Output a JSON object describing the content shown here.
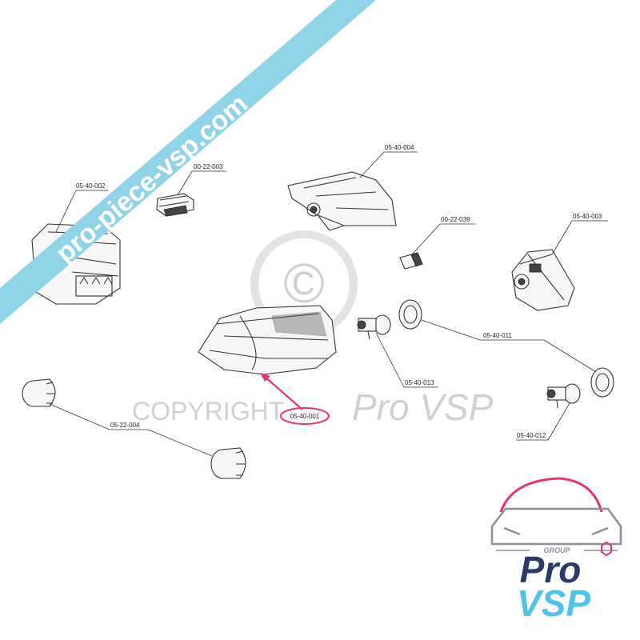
{
  "banner": {
    "text": "pro-piece-vsp.com",
    "color": "#8fd3e8"
  },
  "watermark": {
    "text_left": "COPYRIGHT",
    "text_right": "Pro VSP",
    "symbol": "©"
  },
  "parts": [
    {
      "ref": "05-40-002",
      "description": "headlamp-housing-left"
    },
    {
      "ref": "00-22-003",
      "description": "clip"
    },
    {
      "ref": "05-40-004",
      "description": "indicator-lamp"
    },
    {
      "ref": "05-40-003",
      "description": "lamp-assembly"
    },
    {
      "ref": "00-22-039",
      "description": "clip"
    },
    {
      "ref": "05-40-011",
      "description": "bulb-cap"
    },
    {
      "ref": "05-40-013",
      "description": "bulb"
    },
    {
      "ref": "05-40-001",
      "description": "headlamp"
    },
    {
      "ref": "05-40-012",
      "description": "bulb"
    },
    {
      "ref": "05-22-004",
      "description": "cap-pair"
    }
  ],
  "highlight": {
    "ref": "05-40-001",
    "color": "#e8336d"
  },
  "logo": {
    "group": "GROUP",
    "line1": "Pro",
    "line2": "VSP",
    "color_navy": "#2b3a6b",
    "color_cyan": "#4fc3e8",
    "color_pink": "#e8336d",
    "color_gray": "#8a8f99"
  }
}
